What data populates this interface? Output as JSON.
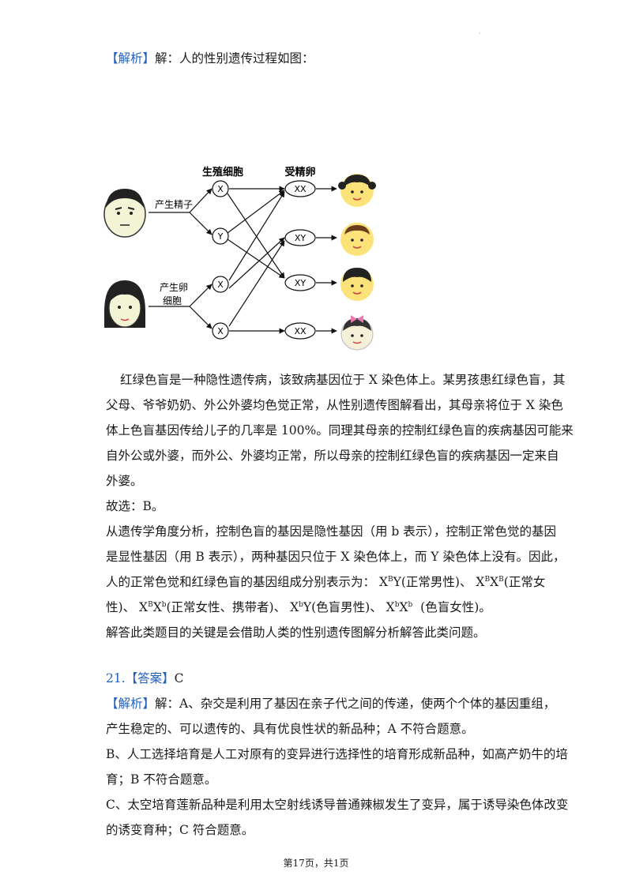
{
  "analysis_tag": "【解析】",
  "answer_tag": "【答案】",
  "q20": {
    "intro": "解：人的性别遗传过程如图：",
    "diagram": {
      "label_germ_cells": "生殖细胞",
      "label_zygote": "受精卵",
      "label_sperm": "产生精子",
      "label_egg_1": "产生卵",
      "label_egg_2": "细胞",
      "cell_x": "X",
      "cell_y": "Y",
      "zygote_xx": "XX",
      "zygote_xy": "XY"
    },
    "p1": [
      "红绿色盲是一种隐性遗传病，该致病基因位于 X 染色体上。某男孩患红绿色盲，其",
      "父母、爷爷奶奶、外公外婆均色觉正常，从性别遗传图解看出，其母亲将位于 X 染色",
      "体上色盲基因传给儿子的几率是 100%。同理其母亲的控制红绿色盲的疾病基因可能来",
      "自外公或外婆，而外公、外婆均正常，所以母亲的控制红绿色盲的疾病基因一定来自",
      "外婆。"
    ],
    "choice": "故选：B。",
    "p2": [
      "从遗传学角度分析，控制色盲的基因是隐性基因（用 b 表示），控制正常色觉的基因",
      "是显性基因（用 B 表示），两种基因只位于 X 染色体上，而 Y 染色体上没有。因此，"
    ],
    "genotype_intro": "人的正常色觉和红绿色盲的基因组成分别表示为：",
    "g_XB_Y": "(正常男性)",
    "g_XB_XB": "(正常女",
    "g_XB_XB_cont": "性)",
    "g_XB_Xb": "(正常女性、携带者)",
    "g_Xb_Y": "(色盲男性)",
    "g_Xb_Xb": "(色盲女性)。",
    "sep": "、",
    "X": "X",
    "Y": "Y",
    "B": "B",
    "b": "b",
    "summary": "解答此类题目的关键是会借助人类的性别遗传图解分析解答此类问题。"
  },
  "q21": {
    "number": "21.",
    "answer": "C",
    "lines": [
      "解：A、杂交是利用了基因在亲子代之间的传递，使两个个体的基因重组，",
      "产生稳定的、可以遗传的、具有优良性状的新品种；A 不符合题意。",
      "B、人工选择培育是人工对原有的变异进行选择性的培育形成新品种，如高产奶牛的培",
      "育；B 不符合题意。",
      "C、太空培育莲新品种是利用太空射线诱导普通辣椒发生了变异，属于诱导染色体改变",
      "的诱变育种；C 符合题意。"
    ]
  },
  "footer": {
    "page": "第17页，共1页"
  }
}
